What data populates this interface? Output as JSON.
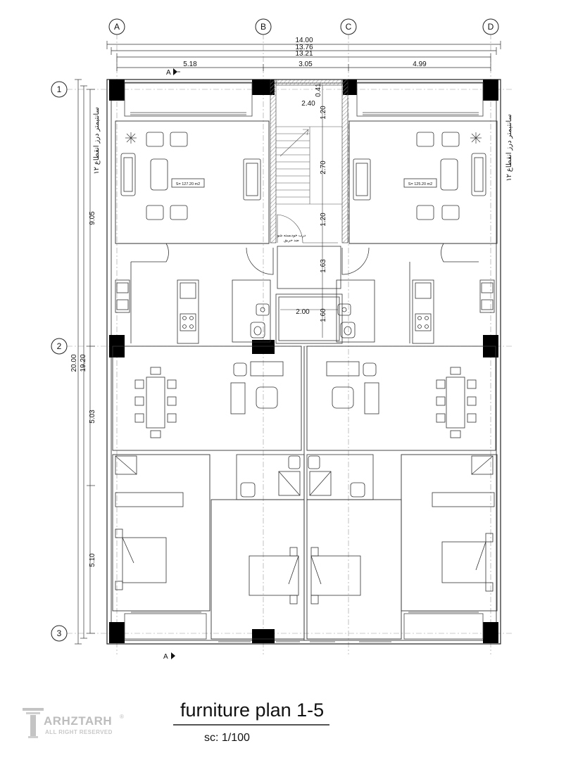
{
  "axes": {
    "columns": [
      "A",
      "B",
      "C",
      "D"
    ],
    "rows": [
      "1",
      "2",
      "3"
    ]
  },
  "dimensions": {
    "overall": [
      "14.00",
      "13.76",
      "13.21"
    ],
    "bays": [
      "5.18",
      "3.05",
      "4.99"
    ],
    "left_total": [
      "20.00",
      "19.20"
    ],
    "left_parts": [
      "9.05",
      "5.03",
      "5.10"
    ],
    "stair": [
      "0.41",
      "2.40",
      "1.20",
      "2.70",
      "1.20",
      "1.63",
      "2.00",
      "1.60"
    ]
  },
  "rooms": {
    "area_left": "S= 127.20 m2",
    "area_right": "S= 125.20 m2"
  },
  "notes": {
    "left": "۱۲ سانتیمتر درز انقطاع",
    "right": "۱۲ سانتیمتر درز انقطاع",
    "fire_door_line1": "درب خودبسته شو",
    "fire_door_line2": "ضد حریق"
  },
  "section_marks": [
    "A",
    "A"
  ],
  "title": "furniture plan 1-5",
  "scale": "sc: 1/100",
  "logo": {
    "name": "ARHZTARH",
    "tagline": "ALL RIGHT RESERVED",
    "mark": "®"
  }
}
